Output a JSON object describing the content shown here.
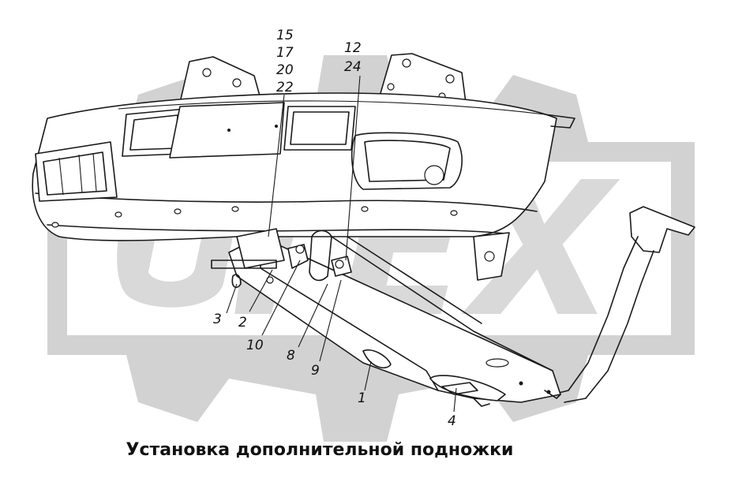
{
  "caption": "Установка дополнительной подножки",
  "callouts": {
    "c15": "15",
    "c17": "17",
    "c20": "20",
    "c22": "22",
    "c12": "12",
    "c24": "24",
    "c3": "3",
    "c2": "2",
    "c10": "10",
    "c8": "8",
    "c9": "9",
    "c1": "1",
    "c4": "4"
  },
  "colors": {
    "line": "#1a1a1a",
    "watermark": "#d2d2d2",
    "background": "#ffffff"
  }
}
